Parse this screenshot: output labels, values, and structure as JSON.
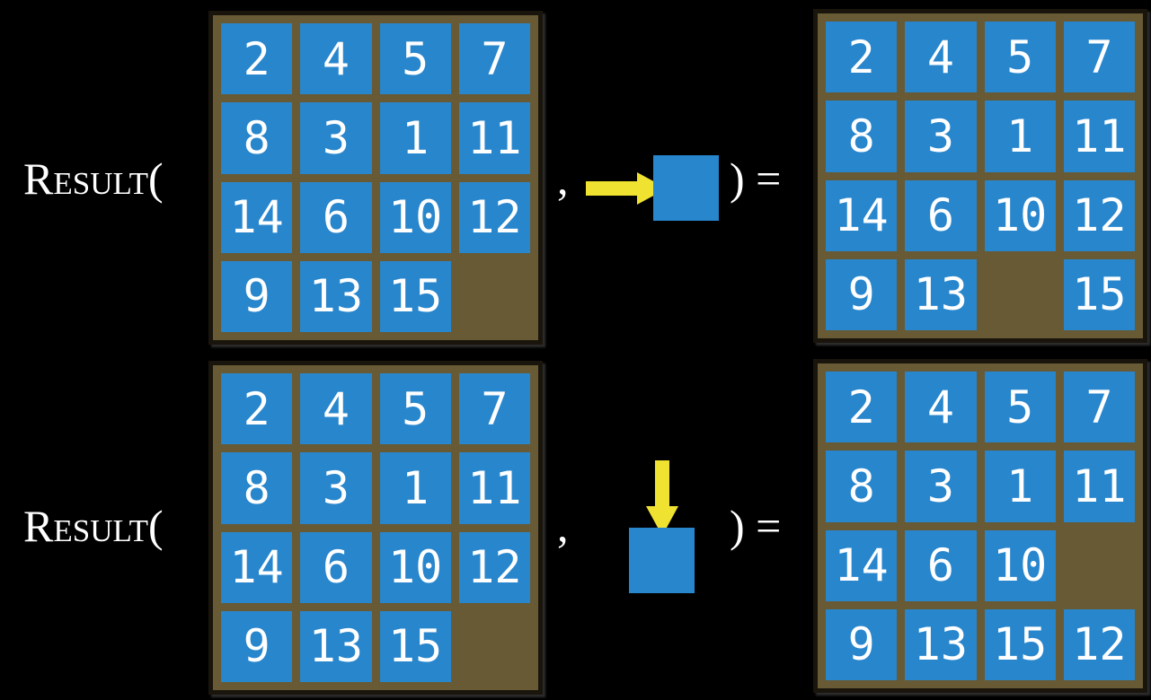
{
  "colors": {
    "background": "#000000",
    "tile_blue": "#2886CD",
    "board_brown": "#675A35",
    "board_border": "#1A150C",
    "arrow_yellow": "#F0E231",
    "text_white": "#FFFFFF"
  },
  "formula": {
    "function_label": "Result(",
    "comma": ",",
    "close_paren_equals": ") ="
  },
  "examples": [
    {
      "action": "slide-tile-right",
      "action_icon": "arrow-right",
      "input_grid": [
        [
          "2",
          "4",
          "5",
          "7"
        ],
        [
          "8",
          "3",
          "1",
          "11"
        ],
        [
          "14",
          "6",
          "10",
          "12"
        ],
        [
          "9",
          "13",
          "15",
          ""
        ]
      ],
      "output_grid": [
        [
          "2",
          "4",
          "5",
          "7"
        ],
        [
          "8",
          "3",
          "1",
          "11"
        ],
        [
          "14",
          "6",
          "10",
          "12"
        ],
        [
          "9",
          "13",
          "",
          "15"
        ]
      ]
    },
    {
      "action": "slide-tile-down",
      "action_icon": "arrow-down",
      "input_grid": [
        [
          "2",
          "4",
          "5",
          "7"
        ],
        [
          "8",
          "3",
          "1",
          "11"
        ],
        [
          "14",
          "6",
          "10",
          "12"
        ],
        [
          "9",
          "13",
          "15",
          ""
        ]
      ],
      "output_grid": [
        [
          "2",
          "4",
          "5",
          "7"
        ],
        [
          "8",
          "3",
          "1",
          "11"
        ],
        [
          "14",
          "6",
          "10",
          ""
        ],
        [
          "9",
          "13",
          "15",
          "12"
        ]
      ]
    }
  ]
}
